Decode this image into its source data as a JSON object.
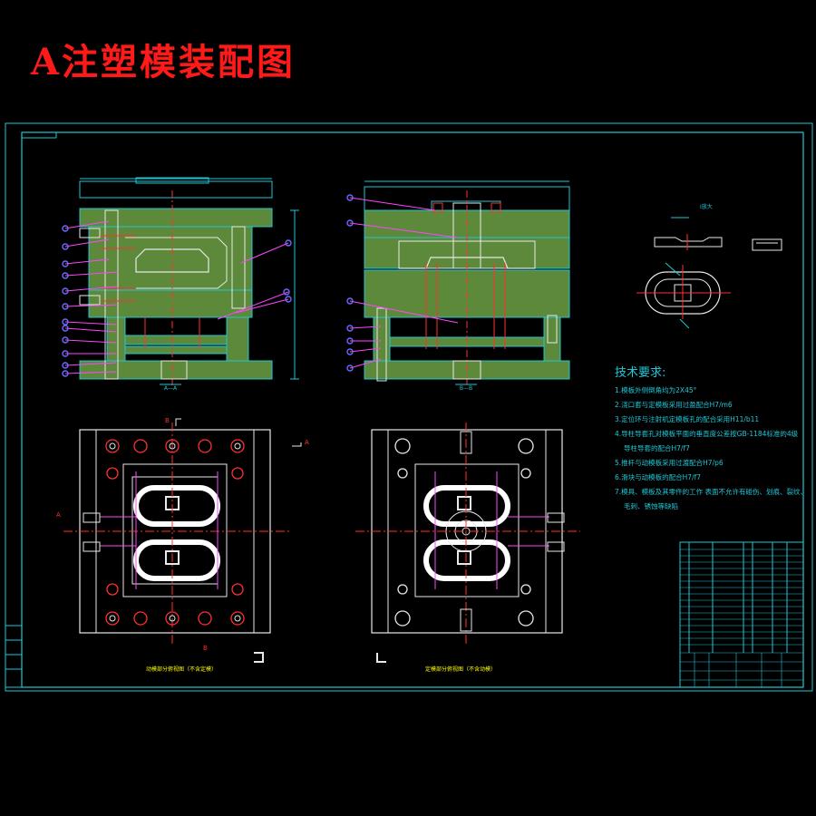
{
  "title": "A注塑模装配图",
  "technical_requirements": {
    "heading": "技术要求:",
    "items": [
      "1.模板外侧倒角均为2X45°",
      "2.浇口套与定模板采用过盈配合H7/m6",
      "3.定位环与注射机定模板孔的配合采用H11/b11",
      "4.导柱导套孔对模板平面的垂直度公差按GB-1184标准的4级",
      "导柱导套的配合H7/f7",
      "5.推杆与动模板采用过渡配合H7/p6",
      "6.滑块与动模板的配合H7/f7",
      "7.模具、模板及其零件的工作 表面不允许有碰伤、划痕、裂纹、",
      "毛刺、锈蚀等缺陷"
    ]
  },
  "section_labels": {
    "a_a": "A—A",
    "b_b": "B—B",
    "detail": "I放大",
    "a_left": "A",
    "a_right": "A",
    "b_top": "B",
    "b_bottom": "B"
  },
  "view_captions": {
    "left": "动模部分俯视图（不含定模）",
    "right": "定模部分俯视图（不含动模）"
  },
  "colors": {
    "frame": "#1ec8d8",
    "plate_fill": "#5c8a3a",
    "title": "#ff1a1a",
    "centerline": "#ff3030",
    "leader": "#ff44ff",
    "balloon": "#6a6aff",
    "caption": "#ffff00"
  }
}
